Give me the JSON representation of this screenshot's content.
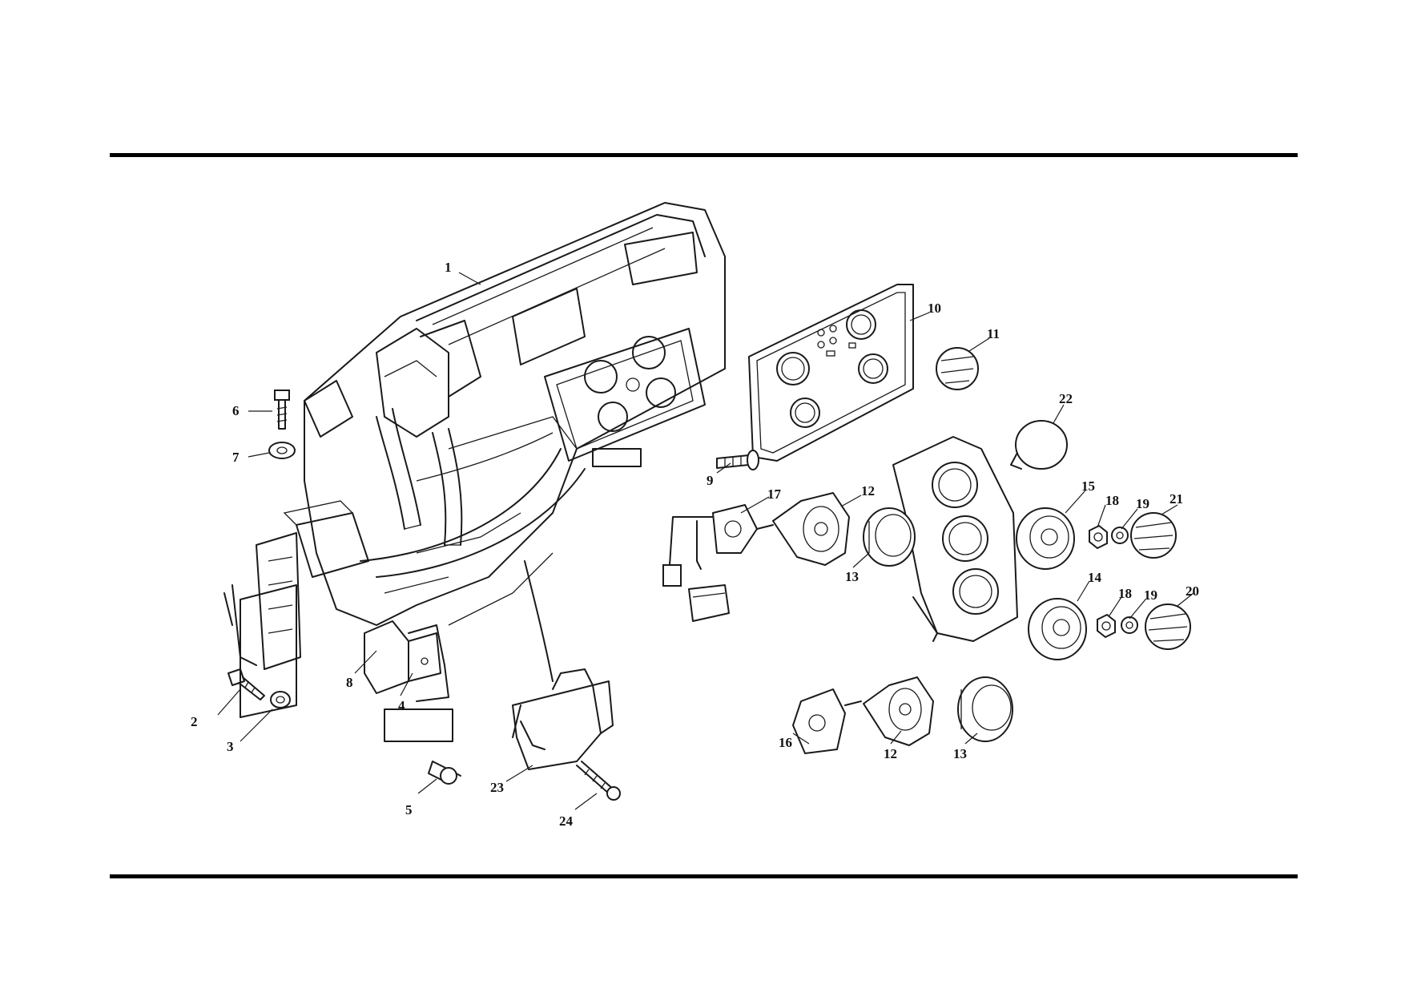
{
  "diagram": {
    "colors": {
      "ink": "#1a1a1a",
      "rule": "#000000",
      "background": "#ffffff"
    },
    "part_labels": {
      "p1": "1",
      "p2": "2",
      "p3": "3",
      "p4": "4",
      "p5": "5",
      "p6": "6",
      "p7": "7",
      "p8": "8",
      "p9": "9",
      "p10": "10",
      "p11": "11",
      "p12a": "12",
      "p12b": "12",
      "p13a": "13",
      "p13b": "13",
      "p14": "14",
      "p15": "15",
      "p16": "16",
      "p17": "17",
      "p18a": "18",
      "p18b": "18",
      "p19a": "19",
      "p19b": "19",
      "p20": "20",
      "p21": "21",
      "p22": "22",
      "p23": "23",
      "p24": "24"
    }
  }
}
